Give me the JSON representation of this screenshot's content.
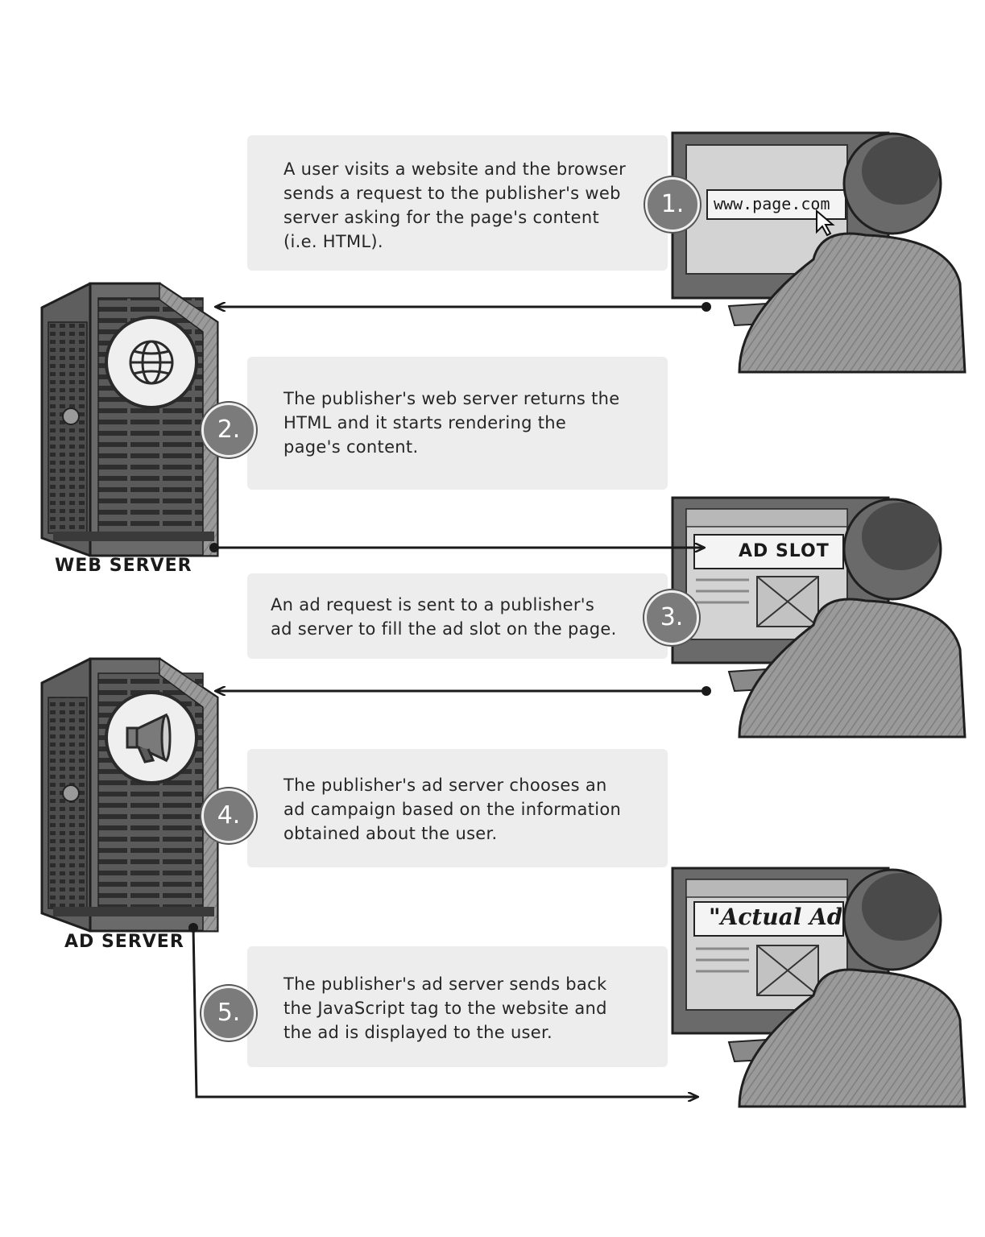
{
  "steps": [
    {
      "number": "1.",
      "text": "A user visits a website and the browser\nsends a request to the publisher's web\nserver asking for the page's content\n(i.e. HTML)."
    },
    {
      "number": "2.",
      "text": "The publisher's web server returns the\nHTML and it starts rendering the\npage's content."
    },
    {
      "number": "3.",
      "text": "An ad request is sent to a publisher's\nad server to fill the ad slot on the page."
    },
    {
      "number": "4.",
      "text": "The publisher's ad server chooses an\nad campaign based on the information\nobtained about the user."
    },
    {
      "number": "5.",
      "text": "The publisher's ad server sends back\nthe JavaScript tag to the website and\nthe ad is displayed to the user."
    }
  ],
  "servers": {
    "web": {
      "label": "WEB SERVER",
      "icon": "globe-icon"
    },
    "ad": {
      "label": "AD SERVER",
      "icon": "megaphone-icon"
    }
  },
  "screens": {
    "url": "www.page.com",
    "ad_slot": "AD SLOT",
    "actual_ad": "\"Actual Ad\""
  }
}
